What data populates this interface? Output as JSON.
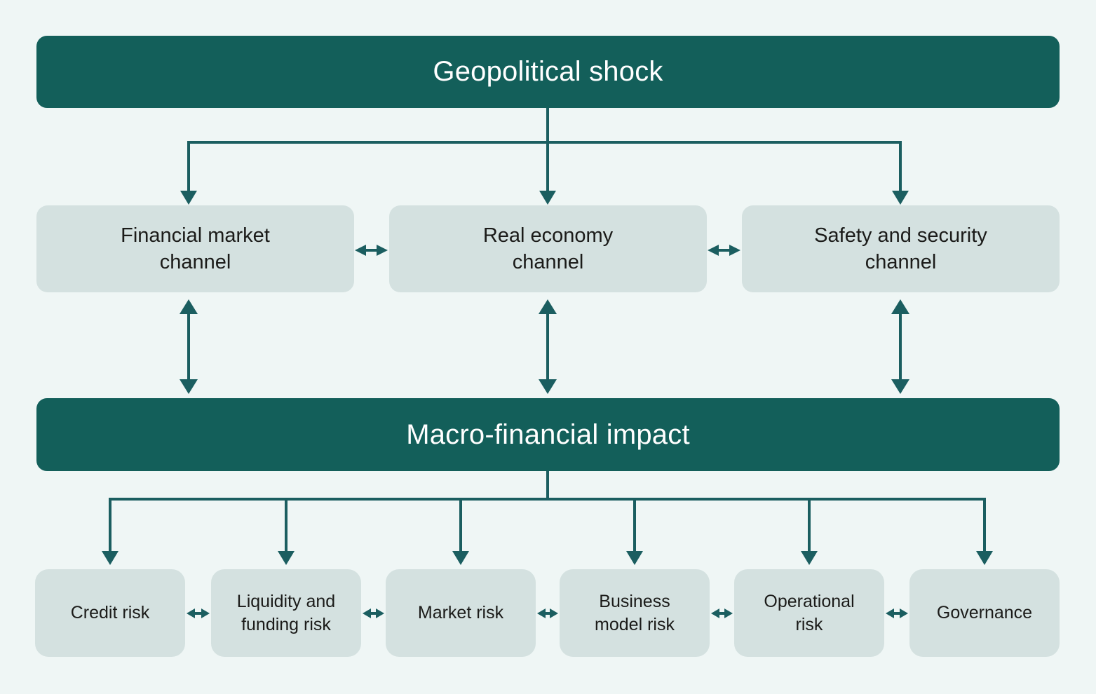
{
  "nodes": {
    "top": {
      "label": "Geopolitical shock"
    },
    "channels": [
      {
        "label": "Financial market\nchannel"
      },
      {
        "label": "Real economy\nchannel"
      },
      {
        "label": "Safety and security\nchannel"
      }
    ],
    "impact": {
      "label": "Macro-financial impact"
    },
    "risks": [
      {
        "label": "Credit risk"
      },
      {
        "label": "Liquidity and\nfunding risk"
      },
      {
        "label": "Market risk"
      },
      {
        "label": "Business\nmodel risk"
      },
      {
        "label": "Operational\nrisk"
      },
      {
        "label": "Governance"
      }
    ]
  },
  "colors": {
    "background": "#eff6f5",
    "node_dark": "#135f5a",
    "node_light": "#d4e1e0",
    "arrow": "#1b5e60",
    "text_light": "#ffffff",
    "text_dark": "#1b1b19"
  }
}
